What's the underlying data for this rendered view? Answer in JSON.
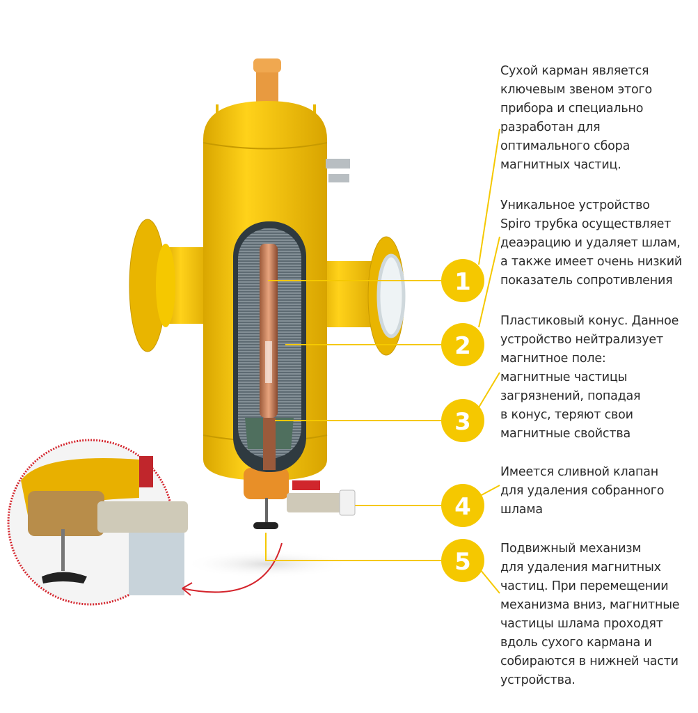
{
  "colors": {
    "accent": "#f5c800",
    "body": "#f2c40f",
    "text": "#2b2b2b",
    "ring": "#d4242c"
  },
  "callouts": [
    {
      "number": "1",
      "lines": [
        "Сухой карман является",
        "ключевым звеном этого",
        "прибора  и специально",
        "разработан для",
        "оптимального сбора",
        "магнитных частиц."
      ]
    },
    {
      "number": "2",
      "lines": [
        "Уникальное устройство",
        "Spiro трубка  осуществляет",
        "деаэрацию и удаляет шлам,",
        "а также имеет очень низкий",
        "показатель сопротивления"
      ]
    },
    {
      "number": "3",
      "lines": [
        "Пластиковый конус. Данное",
        "устройство нейтрализует",
        "магнитное поле:",
        "магнитные частицы",
        "загрязнений, попадая",
        "в конус, теряют свои",
        "магнитные свойства"
      ]
    },
    {
      "number": "4",
      "lines": [
        "Имеется сливной клапан",
        "для удаления собранного",
        "шлама"
      ]
    },
    {
      "number": "5",
      "lines": [
        "Подвижный механизм",
        "для удаления магнитных",
        "частиц. При перемещении",
        "механизма вниз, магнитные",
        "частицы шлама проходят",
        "вдоль сухого кармана и",
        "собираются в нижней части",
        "устройства."
      ]
    }
  ]
}
